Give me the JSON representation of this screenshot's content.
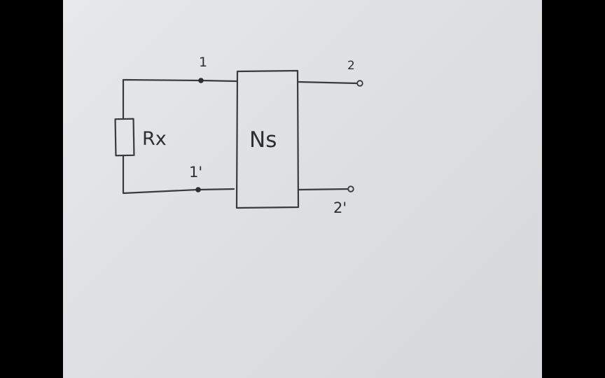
{
  "diagram": {
    "resistor_label": "Rx",
    "network_label": "Ns",
    "terminal_1": "1",
    "terminal_1_prime": "1'",
    "terminal_2": "2",
    "terminal_2_prime": "2'"
  },
  "colors": {
    "background": "#000000",
    "paper": "#e2e4e7",
    "ink": "#3a3a3a"
  }
}
